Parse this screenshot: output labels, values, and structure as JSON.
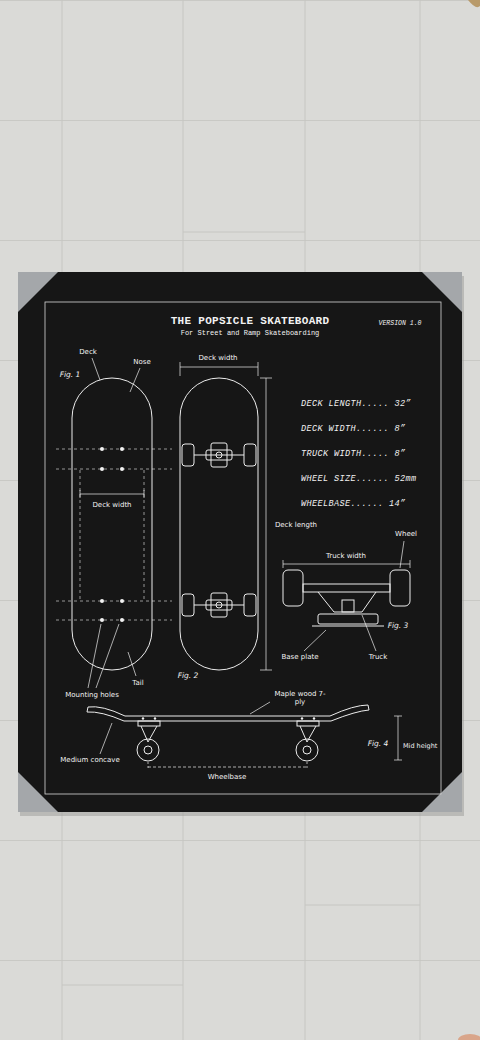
{
  "diagram": {
    "title": "THE POPSICLE SKATEBOARD",
    "labels": [
      "For Street and Ramp Skateboarding",
      "VERSION 1.0",
      "Deck",
      "Nose",
      "Fig. 1",
      "Deck width",
      "DECK LENGTH..... 32”",
      "DECK WIDTH...... 8”",
      "TRUCK WIDTH..... 8”",
      "WHEEL SIZE...... 52mm",
      "WHEELBASE...... 14”",
      "Deck width",
      "Deck length",
      "Wheel",
      "Truck width",
      "Fig. 3",
      "Base plate",
      "Truck",
      "Tail",
      "Fig. 2",
      "Mounting holes",
      "Maple wood 7-ply",
      "Fig. 4",
      "Mid height",
      "Medium concave",
      "Wheelbase"
    ]
  }
}
